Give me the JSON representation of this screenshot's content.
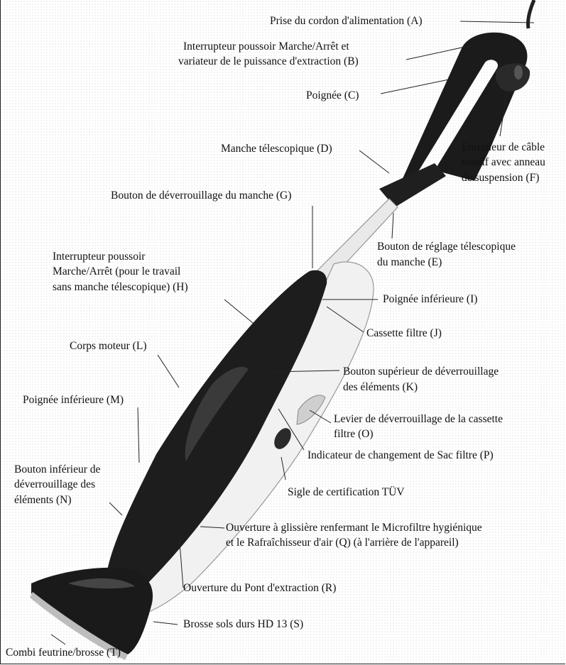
{
  "labels": {
    "A": "Prise du cordon d'alimentation (A)",
    "B_l1": "Interrupteur poussoir Marche/Arrêt et",
    "B_l2": "variateur de le puissance d'extraction (B)",
    "C": "Poignée (C)",
    "D": "Manche télescopique (D)",
    "F_l1": "Enrouleur de câble",
    "F_l2": "rotatif avec anneau",
    "F_l3": "de suspension (F)",
    "G": "Bouton de déverrouillage du manche (G)",
    "E_l1": "Bouton de réglage télescopique",
    "E_l2": "du manche (E)",
    "H_l1": "Interrupteur poussoir",
    "H_l2": "Marche/Arrêt (pour le travail",
    "H_l3": "sans manche télescopique) (H)",
    "I": "Poignée inférieure (I)",
    "J": "Cassette filtre (J)",
    "L": "Corps moteur (L)",
    "K_l1": "Bouton supérieur de déverrouillage",
    "K_l2": "des éléments (K)",
    "M": "Poignée inférieure (M)",
    "O_l1": "Levier de déverrouillage de la cassette",
    "O_l2": "filtre (O)",
    "P": "Indicateur de changement de Sac filtre (P)",
    "N_l1": "Bouton inférieur de",
    "N_l2": "déverrouillage des",
    "N_l3": "éléments (N)",
    "TUV": "Sigle de certification TÜV",
    "Q_l1": "Ouverture à glissière renfermant le Microfiltre hygiénique",
    "Q_l2": "et le Rafraîchisseur d'air (Q) (à l'arrière de l'appareil)",
    "R": "Ouverture du Pont d'extraction (R)",
    "S": "Brosse sols durs HD 13 (S)",
    "T": "Combi feutrine/brosse (T)"
  }
}
